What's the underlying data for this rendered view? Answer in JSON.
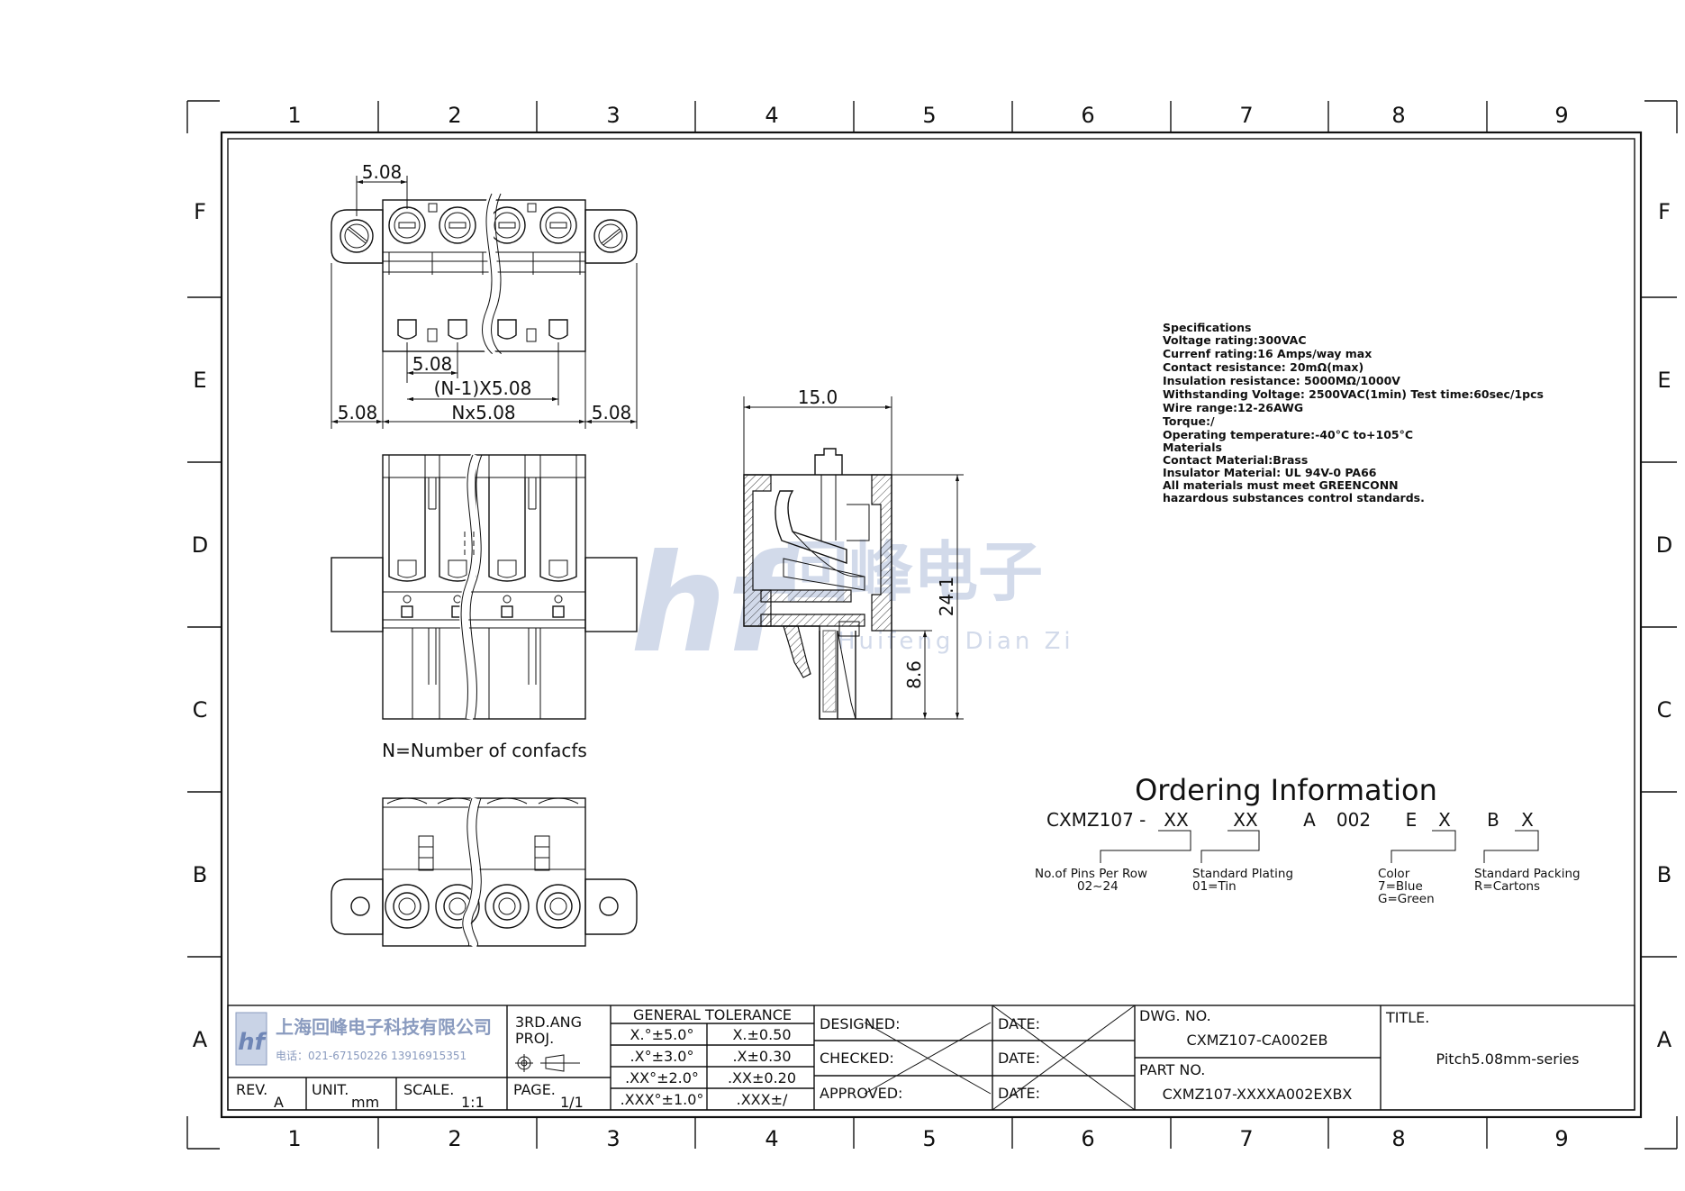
{
  "grid": {
    "cols": [
      "1",
      "2",
      "3",
      "4",
      "5",
      "6",
      "7",
      "8",
      "9"
    ],
    "rows": [
      "F",
      "E",
      "D",
      "C",
      "B",
      "A"
    ]
  },
  "dims": {
    "pitch_top": "5.08",
    "pitch_inner": "5.08",
    "n_minus_1": "(N-1)X5.08",
    "n_pitch": "Nx5.08",
    "left_margin": "5.08",
    "right_margin": "5.08",
    "side_width": "15.0",
    "side_height": "24.1",
    "side_lower": "8.6"
  },
  "note_contacts": "N=Number  of  confacfs",
  "specs": [
    "Specifications",
    "Voltage  rating:300VAC",
    "Currenf  rating:16  Amps/way  max",
    "Contact  resistance:  20mΩ(max)",
    "Insulation  resistance:  5000MΩ/1000V",
    "Withstanding  Voltage:  2500VAC(1min)  Test  time:60sec/1pcs",
    "Wire  range:12-26AWG",
    "Torque:/",
    "Operating  temperature:-40°C  to+105°C",
    "Materials",
    "Contact  Material:Brass",
    "Insulator  Material:  UL  94V-0  PA66",
    "All  materials  must  meet  GREENCONN",
    "hazardous  substances  control  standards."
  ],
  "watermark": {
    "logo": "hf",
    "cn": "回峰电子",
    "en": "Huifeng Dian Zi"
  },
  "ordering": {
    "title": "Ordering  Information",
    "code_prefix": "CXMZ107  -",
    "code_xx1": "XX",
    "code_xx2": "XX",
    "code_a": "A",
    "code_002": "002",
    "code_e": "E",
    "code_x1": "X",
    "code_b": "B",
    "code_x2": "X",
    "pins_label": "No.of  Pins  Per  Row",
    "pins_range": "02~24",
    "plating_label": "Standard  Plating",
    "plating_val": "01=Tin",
    "color_label": "Color",
    "color_v1": "7=Blue",
    "color_v2": "G=Green",
    "packing_label": "Standard  Packing",
    "packing_val": "R=Cartons"
  },
  "titleblock": {
    "company_cn": "上海回峰电子科技有限公司",
    "phone": "电话：021-67150226  13916915351",
    "rev_label": "REV.",
    "rev_val": "A",
    "unit_label": "UNIT.",
    "unit_val": "mm",
    "scale_label": "SCALE.",
    "scale_val": "1:1",
    "proj_label1": "3RD.ANG",
    "proj_label2": "PROJ.",
    "page_label": "PAGE.",
    "page_val": "1/1",
    "tol_title": "GENERAL  TOLERANCE",
    "tol": [
      [
        "X.°±5.0°",
        "X.±0.50"
      ],
      [
        ".X°±3.0°",
        ".X±0.30"
      ],
      [
        ".XX°±2.0°",
        ".XX±0.20"
      ],
      [
        ".XXX°±1.0°",
        ".XXX±/"
      ]
    ],
    "designed": "DESIGNED:",
    "checked": "CHECKED:",
    "approved": "APPROVED:",
    "date": "DATE:",
    "dwg_label": "DWG.  NO.",
    "dwg_val": "CXMZ107-CA002EB",
    "part_label": "PART  NO.",
    "part_val": "CXMZ107-XXXXA002EXBX",
    "title_label": "TITLE.",
    "title_val": "Pitch5.08mm-series"
  }
}
